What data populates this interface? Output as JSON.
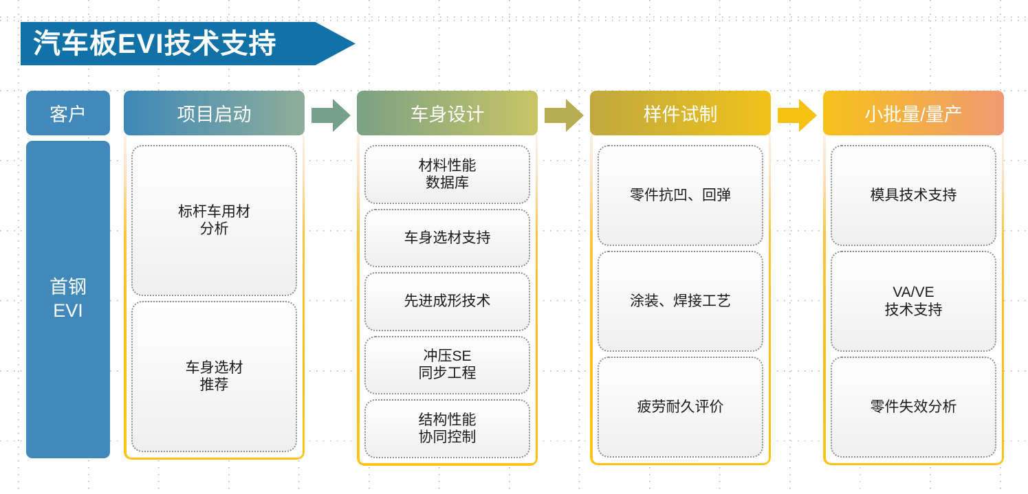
{
  "title": {
    "text": "汽车板EVI技术支持",
    "bg_color": "#1272a8"
  },
  "customer_column": {
    "header_label": "客户",
    "body_label": "首钢\nEVI",
    "body_line1": "首钢",
    "body_line2": "EVI",
    "color": "#4189ba"
  },
  "arrows": [
    {
      "name": "arrow-stage1-to-stage2",
      "color": "#76a08a"
    },
    {
      "name": "arrow-stage2-to-stage3",
      "color": "#b5ad4f"
    },
    {
      "name": "arrow-stage3-to-stage4",
      "color": "#f5c211"
    }
  ],
  "stages": [
    {
      "title": "项目启动",
      "header_from": "#3d88b8",
      "header_to": "#8fae99",
      "items": [
        {
          "line1": "标杆车用材",
          "line2": "分析"
        },
        {
          "line1": "车身选材",
          "line2": "推荐"
        }
      ]
    },
    {
      "title": "车身设计",
      "header_from": "#7ba184",
      "header_to": "#c8c565",
      "items": [
        {
          "line1": "材料性能",
          "line2": "数据库"
        },
        {
          "line1": "车身选材支持",
          "line2": ""
        },
        {
          "line1": "先进成形技术",
          "line2": ""
        },
        {
          "line1": "冲压SE",
          "line2": "同步工程"
        },
        {
          "line1": "结构性能",
          "line2": "协同控制"
        }
      ]
    },
    {
      "title": "样件试制",
      "header_from": "#bfa93f",
      "header_to": "#f0c21a",
      "items": [
        {
          "line1": "零件抗凹、回弹",
          "line2": ""
        },
        {
          "line1": "涂装、焊接工艺",
          "line2": ""
        },
        {
          "line1": "疲劳耐久评价",
          "line2": ""
        }
      ]
    },
    {
      "title": "小批量/量产",
      "header_from": "#f7c11c",
      "header_to": "#ef9a72",
      "items": [
        {
          "line1": "模具技术支持",
          "line2": ""
        },
        {
          "line1": "VA/VE",
          "line2": "技术支持"
        },
        {
          "line1": "零件失效分析",
          "line2": ""
        }
      ]
    }
  ]
}
